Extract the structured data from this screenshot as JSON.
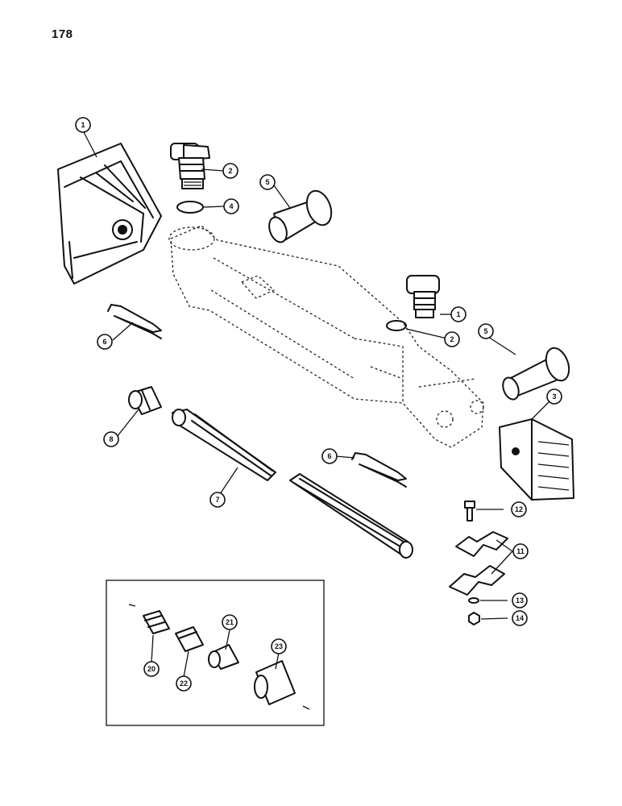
{
  "page": {
    "number": "178"
  },
  "callouts": [
    "1",
    "2",
    "4",
    "5",
    "1",
    "2",
    "5",
    "6",
    "3",
    "8",
    "7",
    "6",
    "12",
    "11",
    "13",
    "14",
    "21",
    "20",
    "22",
    "23"
  ]
}
